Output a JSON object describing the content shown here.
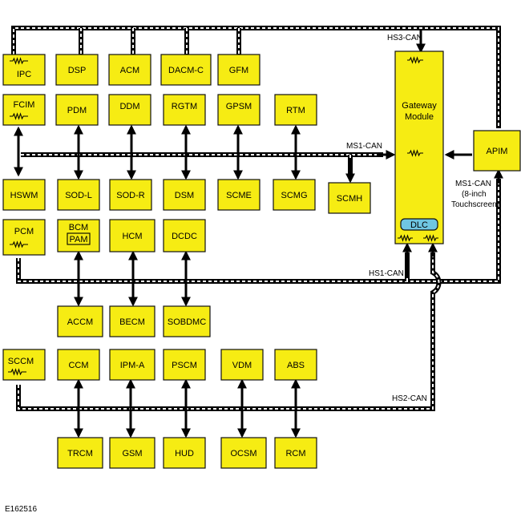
{
  "figure_id": "E162516",
  "buses": {
    "hs3": "HS3-CAN",
    "ms1": "MS1-CAN",
    "hs1": "HS1-CAN",
    "hs2": "HS2-CAN",
    "ms1_apim": [
      "MS1-CAN",
      "(8-inch",
      "Touchscreen)"
    ]
  },
  "gateway": {
    "line1": "Gateway",
    "line2": "Module",
    "dlc": "DLC"
  },
  "modules": {
    "ipc": "IPC",
    "dsp": "DSP",
    "acm": "ACM",
    "dacmc": "DACM-C",
    "gfm": "GFM",
    "fcim": "FCIM",
    "pdm": "PDM",
    "ddm": "DDM",
    "rgtm": "RGTM",
    "gpsm": "GPSM",
    "rtm": "RTM",
    "apim": "APIM",
    "hswm": "HSWM",
    "sodl": "SOD-L",
    "sodr": "SOD-R",
    "dsm": "DSM",
    "scme": "SCME",
    "scmg": "SCMG",
    "scmh": "SCMH",
    "pcm": "PCM",
    "bcm": "BCM",
    "pam": "PAM",
    "hcm": "HCM",
    "dcdc": "DCDC",
    "accm": "ACCM",
    "becm": "BECM",
    "sobdmc": "SOBDMC",
    "sccm": "SCCM",
    "ccm": "CCM",
    "ipma": "IPM-A",
    "pscm": "PSCM",
    "vdm": "VDM",
    "abs": "ABS",
    "trcm": "TRCM",
    "gsm": "GSM",
    "hud": "HUD",
    "ocsm": "OCSM",
    "rcm": "RCM"
  }
}
